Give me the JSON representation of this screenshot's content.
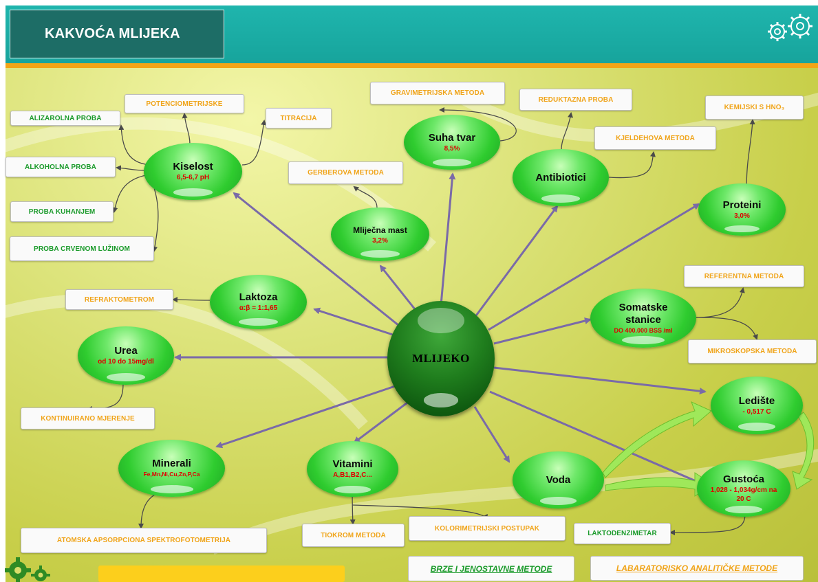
{
  "header": {
    "title": "KAKVOĆA MLIJEKA"
  },
  "center": {
    "label": "MLIJEKO"
  },
  "nodes": {
    "kiselost": {
      "title": "Kiselost",
      "value": "6,5-6,7 pH"
    },
    "suha_tvar": {
      "title": "Suha tvar",
      "value": "8,5%"
    },
    "antibiotici": {
      "title": "Antibiotici",
      "value": ""
    },
    "proteini": {
      "title": "Proteini",
      "value": "3,0%"
    },
    "mast": {
      "title": "Mliječna mast",
      "value": "3,2%"
    },
    "laktoza": {
      "title": "Laktoza",
      "value": "α:β = 1:1,65"
    },
    "somatske": {
      "title": "Somatske stanice",
      "value": "DO 400.000 BSS /ml"
    },
    "urea": {
      "title": "Urea",
      "value": "od 10 do 15mg/dl"
    },
    "lediste": {
      "title": "Ledište",
      "value": "- 0,517 C"
    },
    "minerali": {
      "title": "Minerali",
      "value": "Fe,Mn,Ni,Cu,Zn,P,Ca"
    },
    "vitamini": {
      "title": "Vitamini",
      "value": "A,B1,B2,C..."
    },
    "voda": {
      "title": "Voda",
      "value": ""
    },
    "gustoca": {
      "title": "Gustoća",
      "value": "1,028 - 1,034g/cm na 20 C"
    }
  },
  "methods": {
    "alizarolna": "ALIZAROLNA PROBA",
    "potenciometrijske": "POTENCIOMETRIJSKE",
    "titracija": "TITRACIJA",
    "alkoholna": "ALKOHOLNA PROBA",
    "kuhanje": "PROBA KUHANJEM",
    "crvena_luzina": "PROBA CRVENOM LUŽINOM",
    "gravimetrijska": "GRAVIMETRIJSKA METODA",
    "reduktazna": "REDUKTAZNA PROBA",
    "kemijski": "KEMIJSKI S HNO₃",
    "kjeldahl": "KJELDEHOVA METODA",
    "gerberova": "GERBEROVA METODA",
    "refraktometrom": "REFRAKTOMETROM",
    "referentna": "REFERENTNA METODA",
    "mikroskopska": "MIKROSKOPSKA METODA",
    "kontinuirano": "KONTINUIRANO MJERENJE",
    "atomska": "ATOMSKA APSORPCIONA SPEKTROFOTOMETRIJA",
    "tiokrom": "TIOKROM METODA",
    "kolorimetrijski": "KOLORIMETRIJSKI POSTUPAK",
    "laktodenzimetar": "LAKTODENZIMETAR"
  },
  "legend": {
    "fast": "BRZE I JENOSTAVNE METODE",
    "lab": "LABARATORISKO ANALITIČKE METODE"
  },
  "colors": {
    "header": "#1fb5ad",
    "accent": "#f2a516",
    "node_green": "#2fcc2f",
    "center_green": "#1f7d1d",
    "fast_method": "#1a9a2a",
    "lab_method": "#f0a419",
    "arrow": "#7a6aa8",
    "value_red": "#e00000"
  },
  "icons": {
    "top_right": "gears-icon",
    "bottom_left": "gears-icon"
  }
}
